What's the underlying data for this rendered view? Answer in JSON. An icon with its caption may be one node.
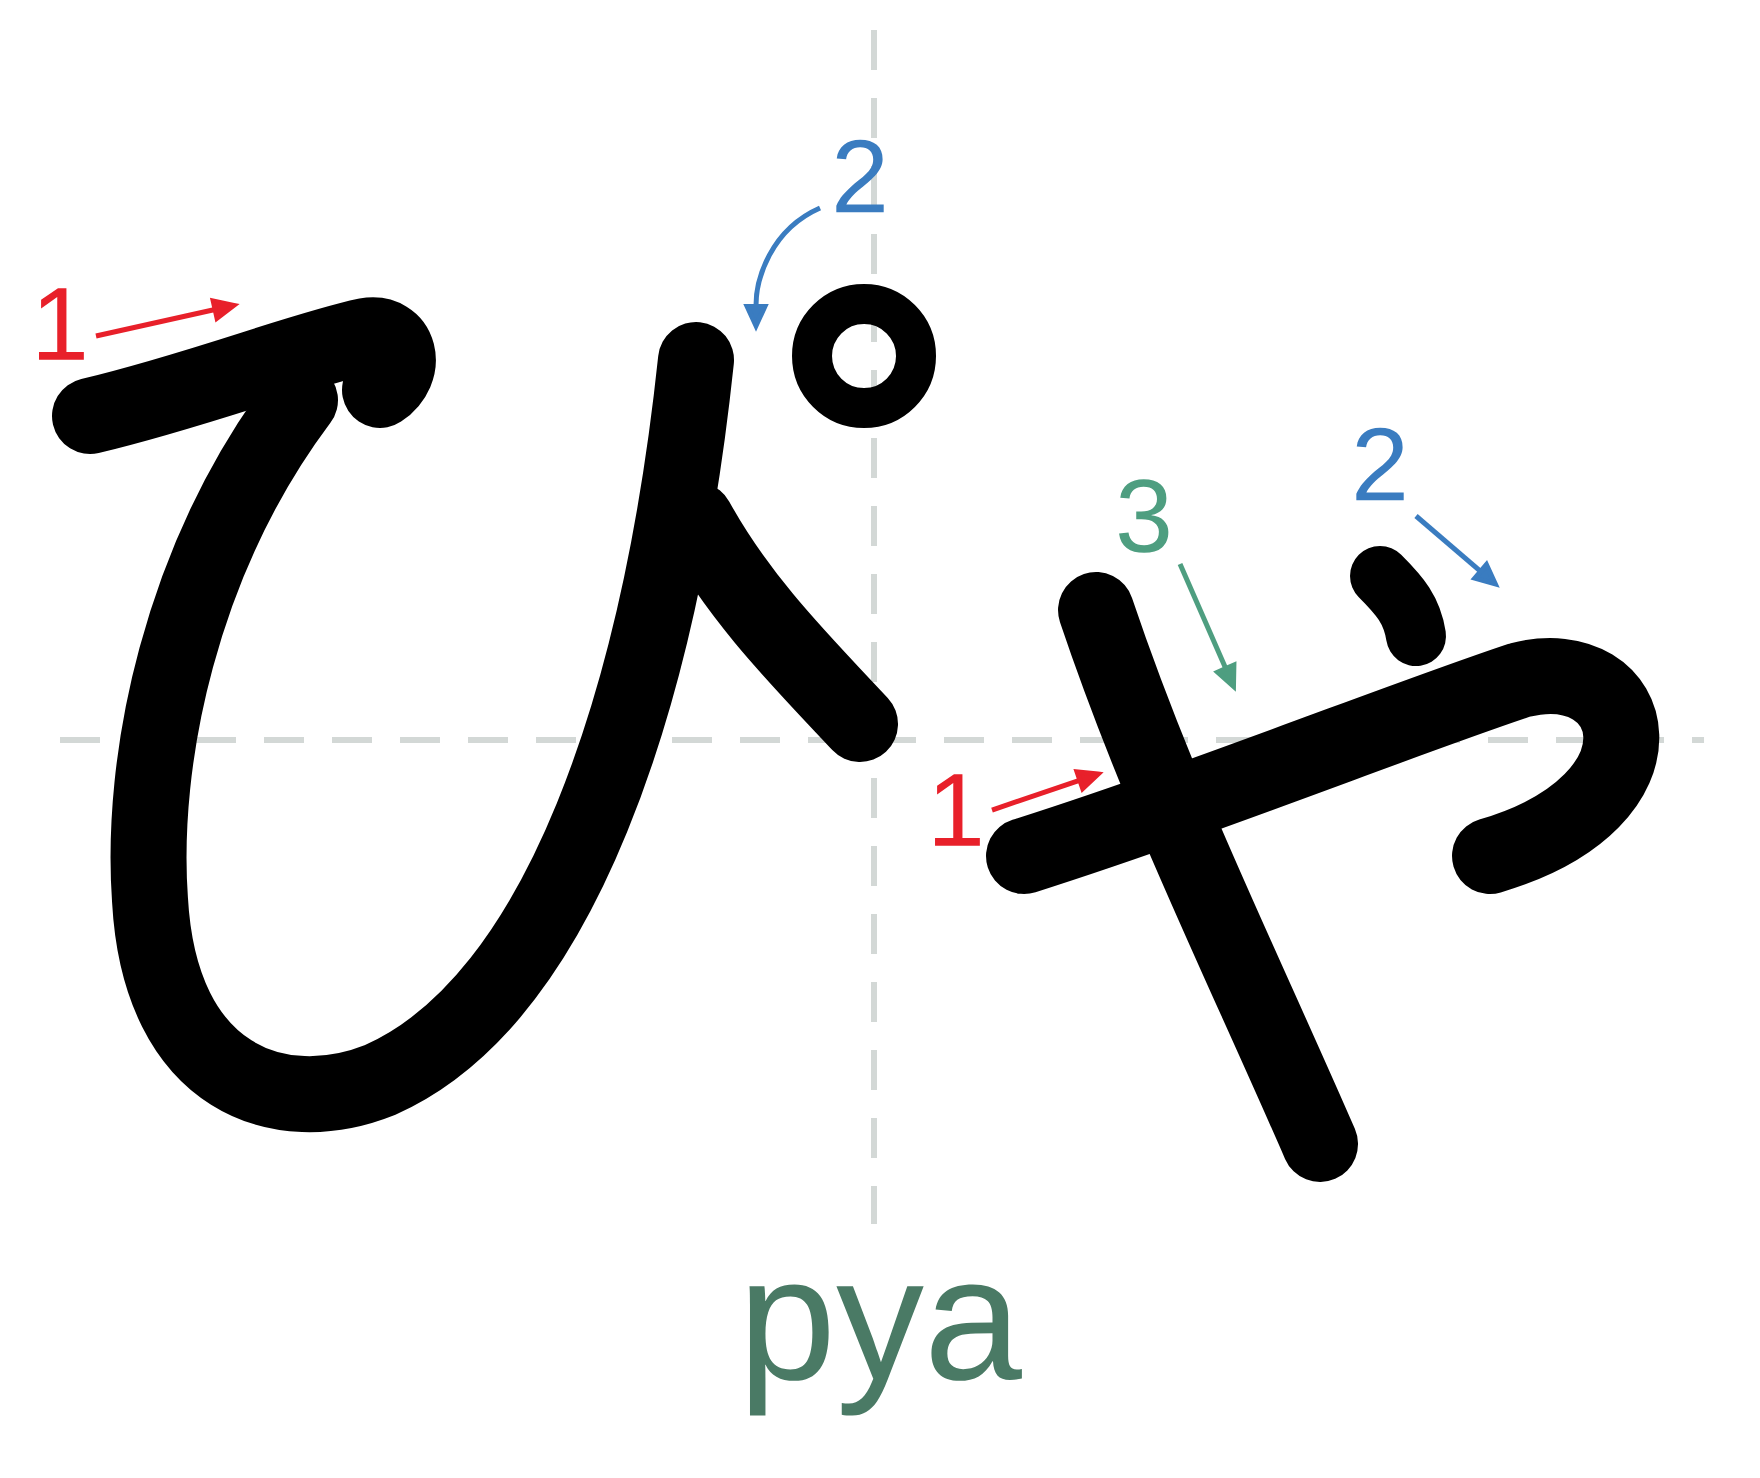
{
  "diagram": {
    "labels": [
      "2",
      "1",
      "3",
      "2",
      "1",
      "pya"
    ]
  }
}
